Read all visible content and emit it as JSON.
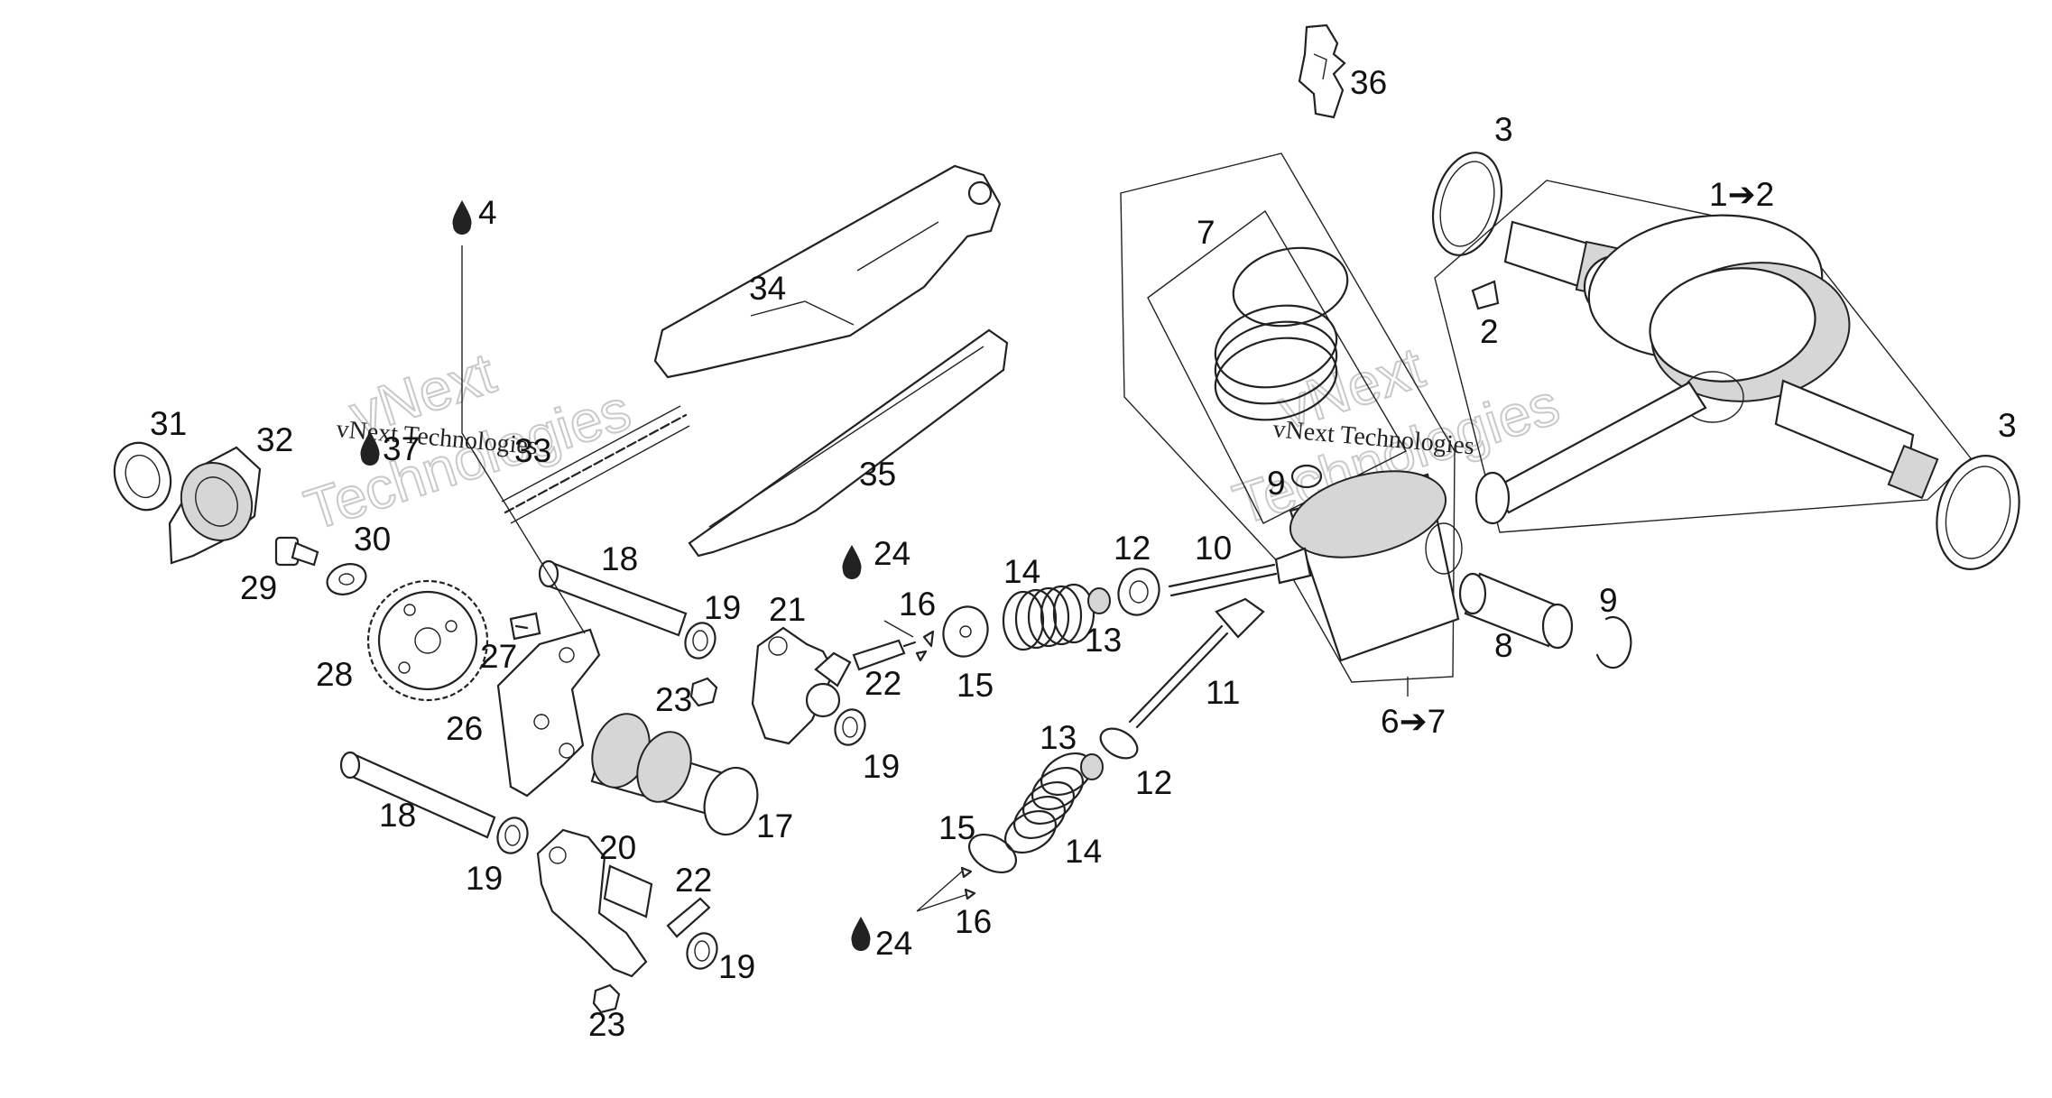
{
  "watermark": {
    "brand": "vNext",
    "word": "Technologies",
    "full": "vNext Technologies"
  },
  "callouts": {
    "c1_2": "1➔2",
    "c2": "2",
    "c3a": "3",
    "c3b": "3",
    "c4": "4",
    "c6_7": "6➔7",
    "c7": "7",
    "c8": "8",
    "c9a": "9",
    "c9b": "9",
    "c10": "10",
    "c11": "11",
    "c12a": "12",
    "c12b": "12",
    "c13a": "13",
    "c13b": "13",
    "c14a": "14",
    "c14b": "14",
    "c15a": "15",
    "c15b": "15",
    "c16a": "16",
    "c16b": "16",
    "c17": "17",
    "c18a": "18",
    "c18b": "18",
    "c19a": "19",
    "c19b": "19",
    "c19c": "19",
    "c19d": "19",
    "c20": "20",
    "c21": "21",
    "c22a": "22",
    "c22b": "22",
    "c23a": "23",
    "c23b": "23",
    "c24a": "24",
    "c24b": "24",
    "c26": "26",
    "c27": "27",
    "c28": "28",
    "c29": "29",
    "c30": "30",
    "c31": "31",
    "c32": "32",
    "c33": "33",
    "c34": "34",
    "c35": "35",
    "c36": "36",
    "c37": "37"
  },
  "icons": {
    "oil_drop": "oil-drop-icon"
  }
}
